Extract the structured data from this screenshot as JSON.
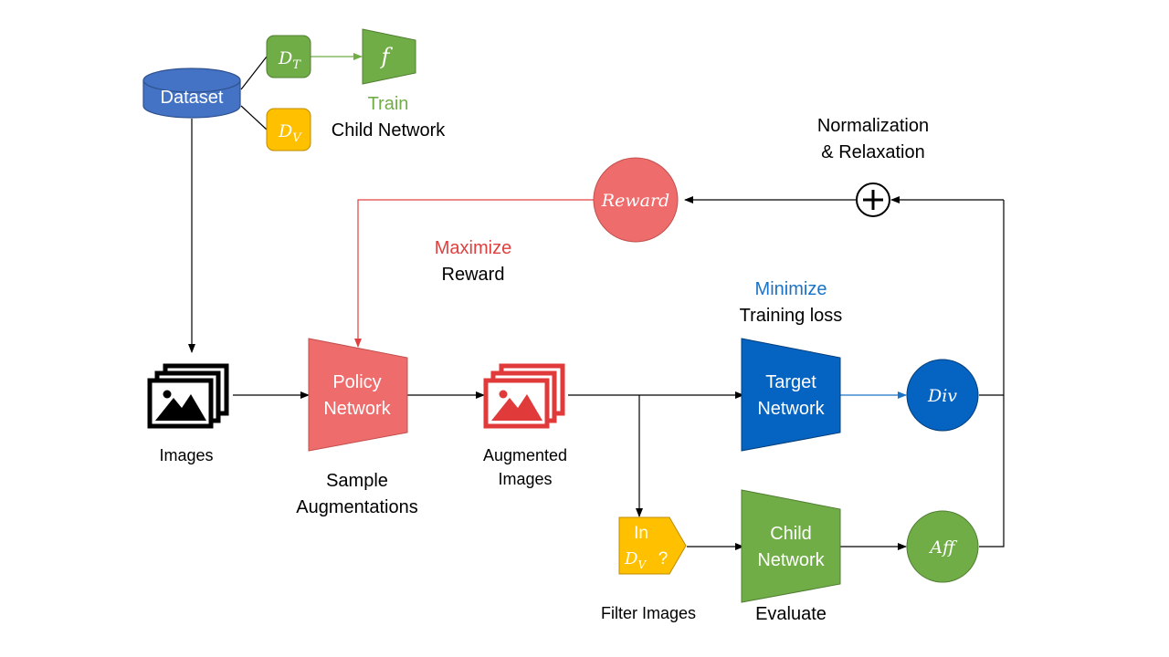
{
  "nodes": {
    "dataset": "Dataset",
    "dt": {
      "base": "D",
      "sub": "T"
    },
    "dv": {
      "base": "D",
      "sub": "V"
    },
    "f": "f",
    "reward": "Reward",
    "policy_line1": "Policy",
    "policy_line2": "Network",
    "target_line1": "Target",
    "target_line2": "Network",
    "child_line1": "Child",
    "child_line2": "Network",
    "div": "Div",
    "aff": "Aff",
    "filter_in": "In",
    "filter_dv": {
      "base": "D",
      "sub": "V"
    },
    "filter_q": "?",
    "plus": "+"
  },
  "labels": {
    "train_highlight": "Train",
    "train_text": "Child Network",
    "norm_line1": "Normalization",
    "norm_line2": "& Relaxation",
    "maximize_highlight": "Maximize",
    "maximize_text": "Reward",
    "minimize_highlight": "Minimize",
    "minimize_text": "Training loss",
    "images": "Images",
    "sample_line1": "Sample",
    "sample_line2": "Augmentations",
    "augmented_line1": "Augmented",
    "augmented_line2": "Images",
    "filter_images": "Filter Images",
    "evaluate": "Evaluate"
  },
  "icons": [
    "images-icon",
    "augmented-images-icon"
  ],
  "colors": {
    "green": "#70ad47",
    "blue": "#4472c4",
    "yellow": "#ffc000",
    "red": "#ef6c6c",
    "dark_blue": "#0563c1",
    "reward_text_red": "#e04040",
    "minimize_blue": "#1a73c7"
  }
}
